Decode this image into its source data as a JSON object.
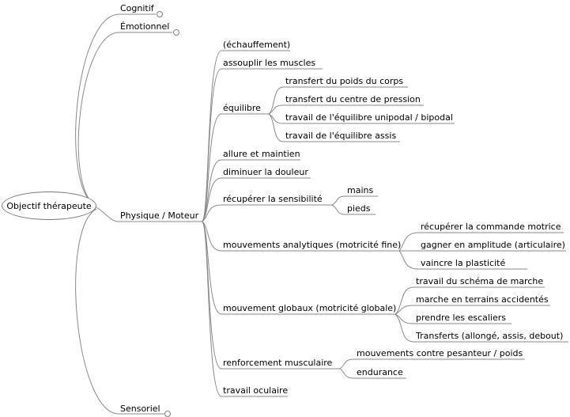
{
  "root": {
    "label": "Objectif thérapeute"
  },
  "branches": {
    "cognitif": "Cognitif",
    "emotionnel": "Émotionnel",
    "physique": "Physique / Moteur",
    "sensoriel": "Sensoriel"
  },
  "physique": {
    "echauffement": "(échauffement)",
    "assouplir": "assouplir les muscles",
    "equilibre": {
      "label": "équilibre",
      "items": [
        "transfert du poids du corps",
        "transfert du centre de pression",
        "travail de l'équilibre unipodal / bipodal",
        "travail de l'équilibre assis"
      ]
    },
    "allure": "allure et maintien",
    "douleur": "diminuer la douleur",
    "sensibilite": {
      "label": "récupérer la sensibilité",
      "items": [
        "mains",
        "pieds"
      ]
    },
    "analytiques": {
      "label": "mouvements analytiques (motricité fine)",
      "items": [
        "récupérer la commande motrice",
        "gagner en amplitude (articulaire)",
        "vaincre la plasticité"
      ]
    },
    "globaux": {
      "label": "mouvement globaux (motricité globale)",
      "items": [
        "travail du schéma de marche",
        "marche en terrains accidentés",
        "prendre les escaliers",
        "Transferts (allongé, assis, debout)"
      ]
    },
    "renforcement": {
      "label": "renforcement musculaire",
      "items": [
        "mouvements contre pesanteur / poids",
        "endurance"
      ]
    },
    "oculaire": "travail oculaire"
  },
  "colors": {
    "line": "#8a8a8a",
    "root_border": "#7a7a7a"
  }
}
